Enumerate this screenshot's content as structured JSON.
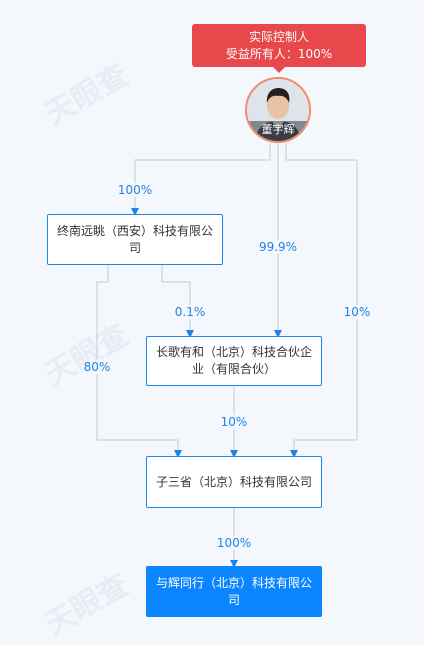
{
  "watermark": "天眼查",
  "controller": {
    "line1": "实际控制人",
    "line2": "受益所有人：100%"
  },
  "person": {
    "name": "董宇辉"
  },
  "companies": {
    "a": "终南远眺（西安）科技有限公司",
    "b": "长歌有和（北京）科技合伙企业（有限合伙）",
    "c": "子三省（北京）科技有限公司",
    "d": "与辉同行（北京）科技有限公司"
  },
  "percentages": {
    "person_to_a": "100%",
    "person_to_b": "99.9%",
    "person_to_c": "10%",
    "a_to_b": "0.1%",
    "a_to_c": "80%",
    "b_to_c": "10%",
    "c_to_d": "100%"
  },
  "colors": {
    "controller": "#e8484b",
    "edge": "#c5cbd3",
    "arrow": "#1c86e8",
    "target": "#0a84ff"
  }
}
